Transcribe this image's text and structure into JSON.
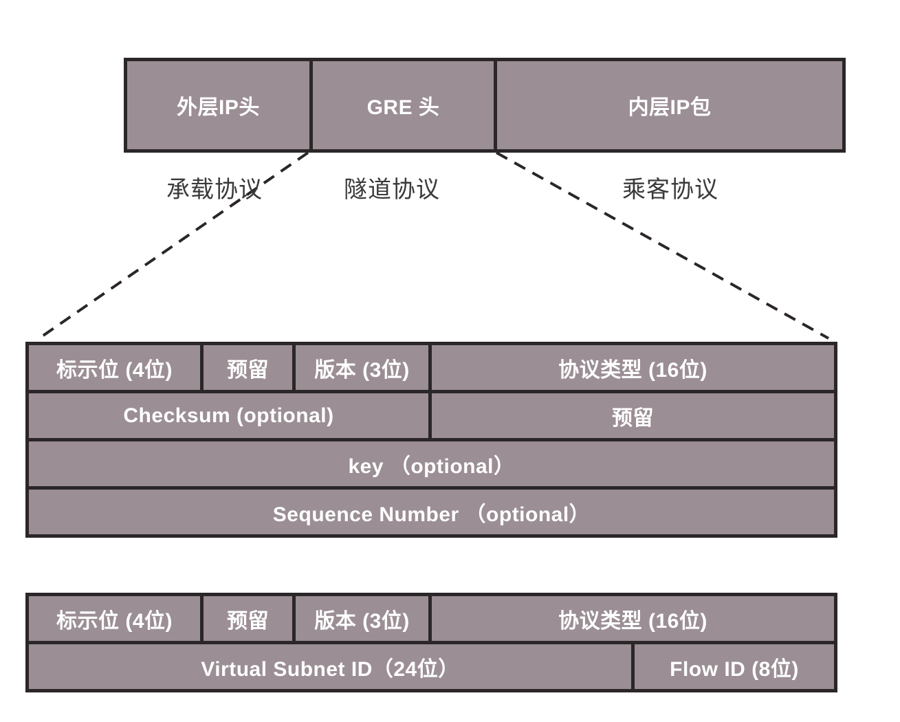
{
  "colors": {
    "cell_fill": "#9b8e94",
    "border": "#2b2628",
    "cell_text": "#ffffff",
    "label_text": "#3a3a3a",
    "background": "#ffffff"
  },
  "packet": {
    "segments": [
      {
        "label": "外层IP头"
      },
      {
        "label": "GRE 头"
      },
      {
        "label": "内层IP包"
      }
    ]
  },
  "protocol_labels": [
    {
      "label": "承载协议"
    },
    {
      "label": "隧道协议"
    },
    {
      "label": "乘客协议"
    }
  ],
  "gre_header_table": {
    "rows": [
      {
        "cells": [
          {
            "label": "标示位 (4位)"
          },
          {
            "label": "预留"
          },
          {
            "label": "版本 (3位)"
          },
          {
            "label": "协议类型 (16位)"
          }
        ]
      },
      {
        "cells": [
          {
            "label": "Checksum (optional)"
          },
          {
            "label": "预留"
          }
        ]
      },
      {
        "cells": [
          {
            "label": "key （optional）"
          }
        ]
      },
      {
        "cells": [
          {
            "label": "Sequence Number （optional）"
          }
        ]
      }
    ]
  },
  "nvgre_header_table": {
    "rows": [
      {
        "cells": [
          {
            "label": "标示位 (4位)"
          },
          {
            "label": "预留"
          },
          {
            "label": "版本 (3位)"
          },
          {
            "label": "协议类型 (16位)"
          }
        ]
      },
      {
        "cells": [
          {
            "label": "Virtual Subnet ID（24位）"
          },
          {
            "label": "Flow ID (8位)"
          }
        ]
      }
    ]
  }
}
